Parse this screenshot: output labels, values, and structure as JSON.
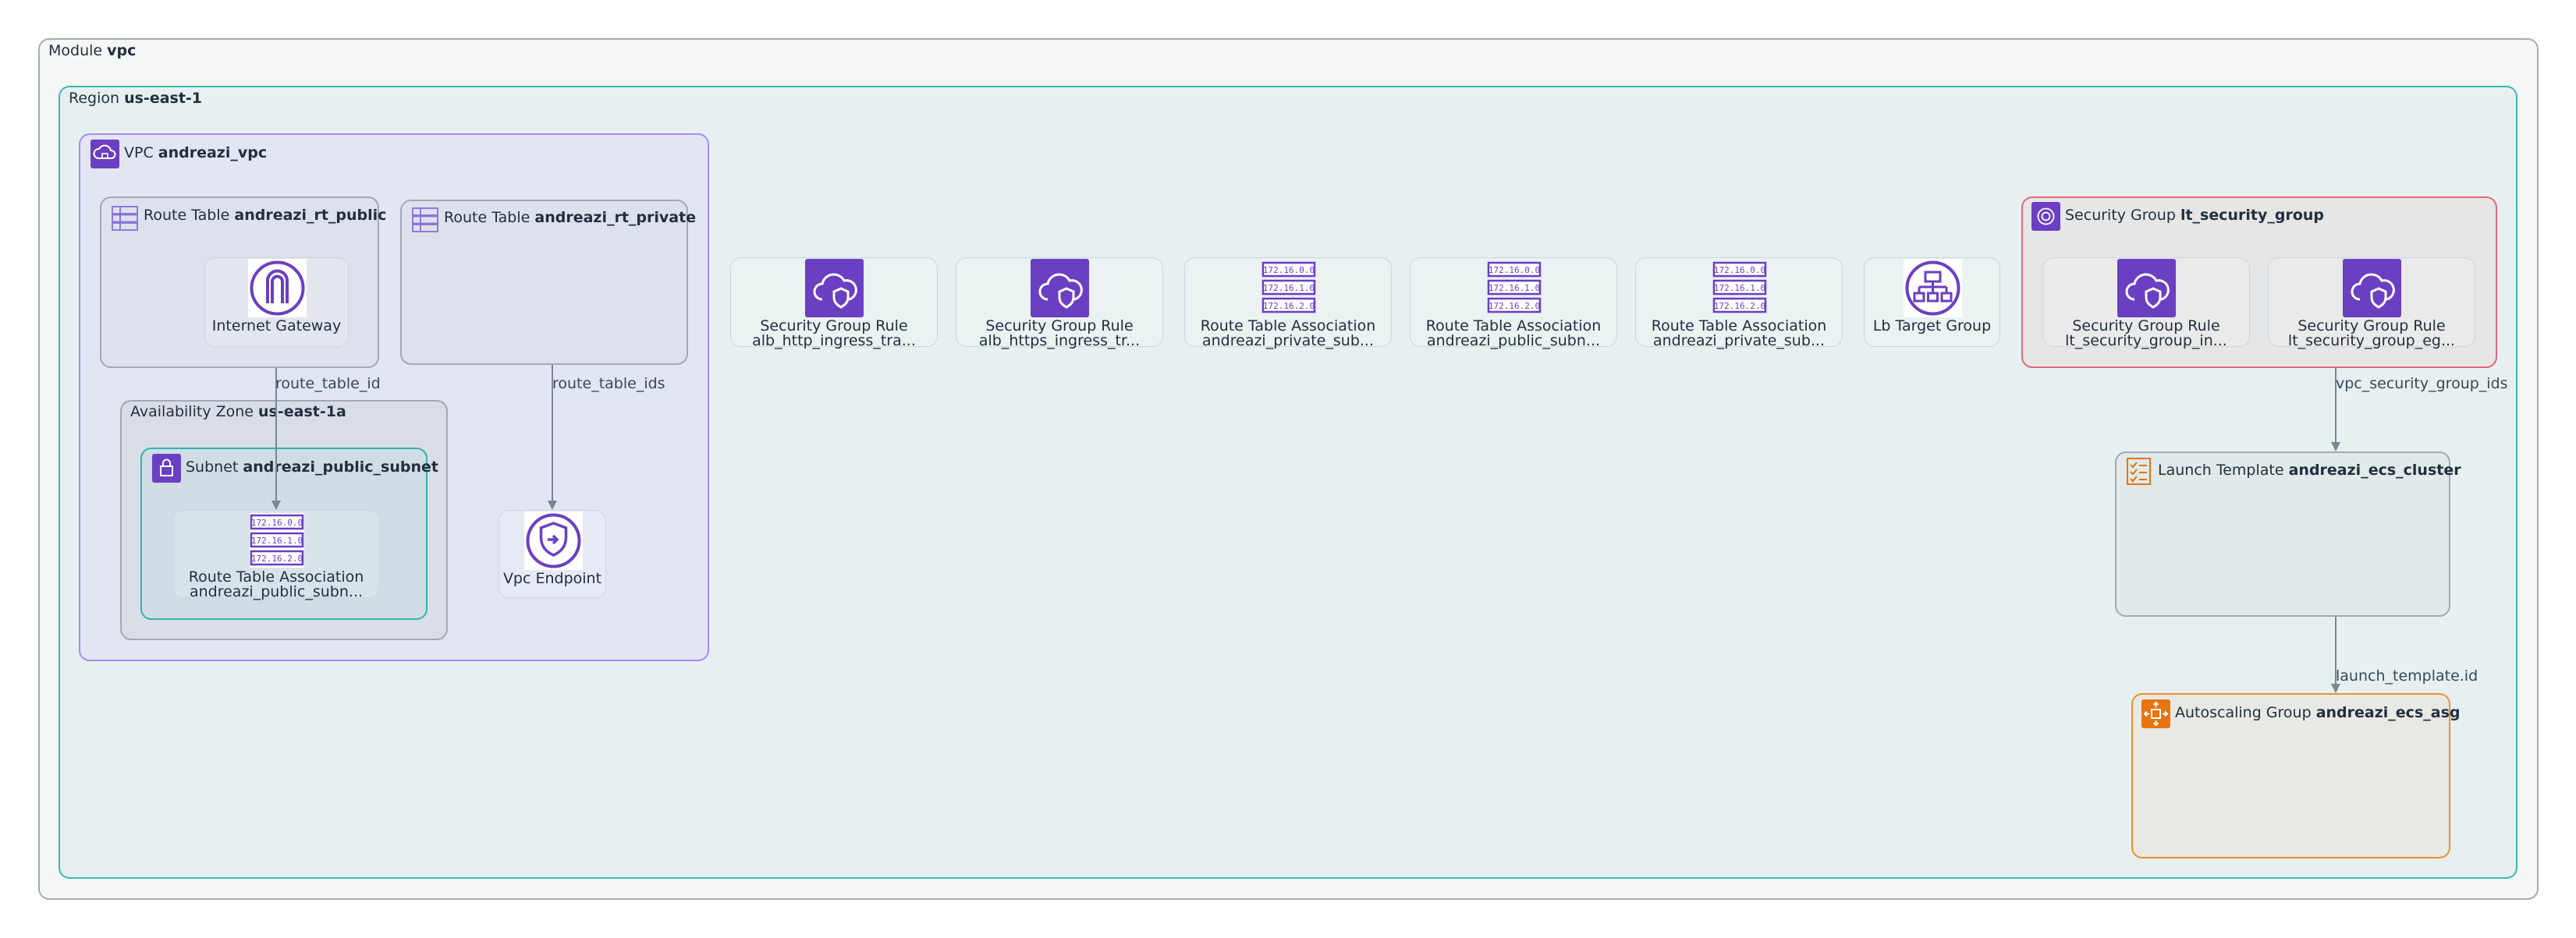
{
  "module": {
    "prefix": "Module",
    "name": "vpc"
  },
  "region": {
    "prefix": "Region",
    "name": "us-east-1"
  },
  "vpc": {
    "prefix": "VPC",
    "name": "andreazi_vpc"
  },
  "rt_public": {
    "prefix": "Route Table",
    "name": "andreazi_rt_public"
  },
  "rt_private": {
    "prefix": "Route Table",
    "name": "andreazi_rt_private"
  },
  "az": {
    "prefix": "Availability Zone",
    "name": "us-east-1a"
  },
  "subnet": {
    "prefix": "Subnet",
    "name": "andreazi_public_subnet"
  },
  "security_group": {
    "prefix": "Security Group",
    "name": "lt_security_group"
  },
  "launch_template": {
    "prefix": "Launch Template",
    "name": "andreazi_ecs_cluster"
  },
  "asg": {
    "prefix": "Autoscaling Group",
    "name": "andreazi_ecs_asg"
  },
  "nodes": {
    "igw": {
      "title": "Internet Gateway"
    },
    "subnet_rta": {
      "title": "Route Table Association",
      "name": "andreazi_public_subn..."
    },
    "vpc_endpoint": {
      "title": "Vpc Endpoint"
    },
    "sgr1": {
      "title": "Security Group Rule",
      "name": "alb_http_ingress_tra..."
    },
    "sgr2": {
      "title": "Security Group Rule",
      "name": "alb_https_ingress_tr..."
    },
    "rta1": {
      "title": "Route Table Association",
      "name": "andreazi_private_sub..."
    },
    "rta2": {
      "title": "Route Table Association",
      "name": "andreazi_public_subn..."
    },
    "rta3": {
      "title": "Route Table Association",
      "name": "andreazi_private_sub..."
    },
    "tg": {
      "title": "Lb Target Group"
    },
    "sgr_in": {
      "title": "Security Group Rule",
      "name": "lt_security_group_in..."
    },
    "sgr_eg": {
      "title": "Security Group Rule",
      "name": "lt_security_group_eg..."
    }
  },
  "cidr": [
    "172.16.0.0",
    "172.16.1.0",
    "172.16.2.0"
  ],
  "edges": {
    "e1": "route_table_id",
    "e2": "route_table_ids",
    "e3": "vpc_security_group_ids",
    "e4": "launch_template.id"
  },
  "colors": {
    "module_border": "#a8acb3",
    "region_border": "#3fb8ae",
    "vpc_border": "#a78bfa",
    "subnet_border": "#2fb3b0",
    "sg_border": "#e2687a",
    "asg_border": "#ef8f2c",
    "aws_purple": "#6b3fc2",
    "aws_orange": "#e8730f"
  }
}
